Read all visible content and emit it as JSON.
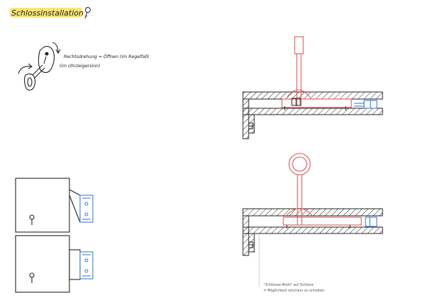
{
  "title": "Schlossinstallation",
  "rotation_note": {
    "line1": "Rechtsdrehung = Öffnen (im Regelfall)",
    "line2": "(im Uhrzeigersinn)"
  },
  "bottom_note": {
    "line1": "\"Schlösser-Brett\" auf Schiene",
    "line2": "= Möglichkeit rein/raus zu schieben"
  },
  "colors": {
    "ink": "#222222",
    "highlight": "#f7e15a",
    "key_red": "#e05555",
    "lock_blue": "#3a7fd5",
    "pencil_grey": "#9a9a9a"
  },
  "icons": [
    "key-icon",
    "rotation-arrow-icon",
    "keyhole-icon"
  ]
}
